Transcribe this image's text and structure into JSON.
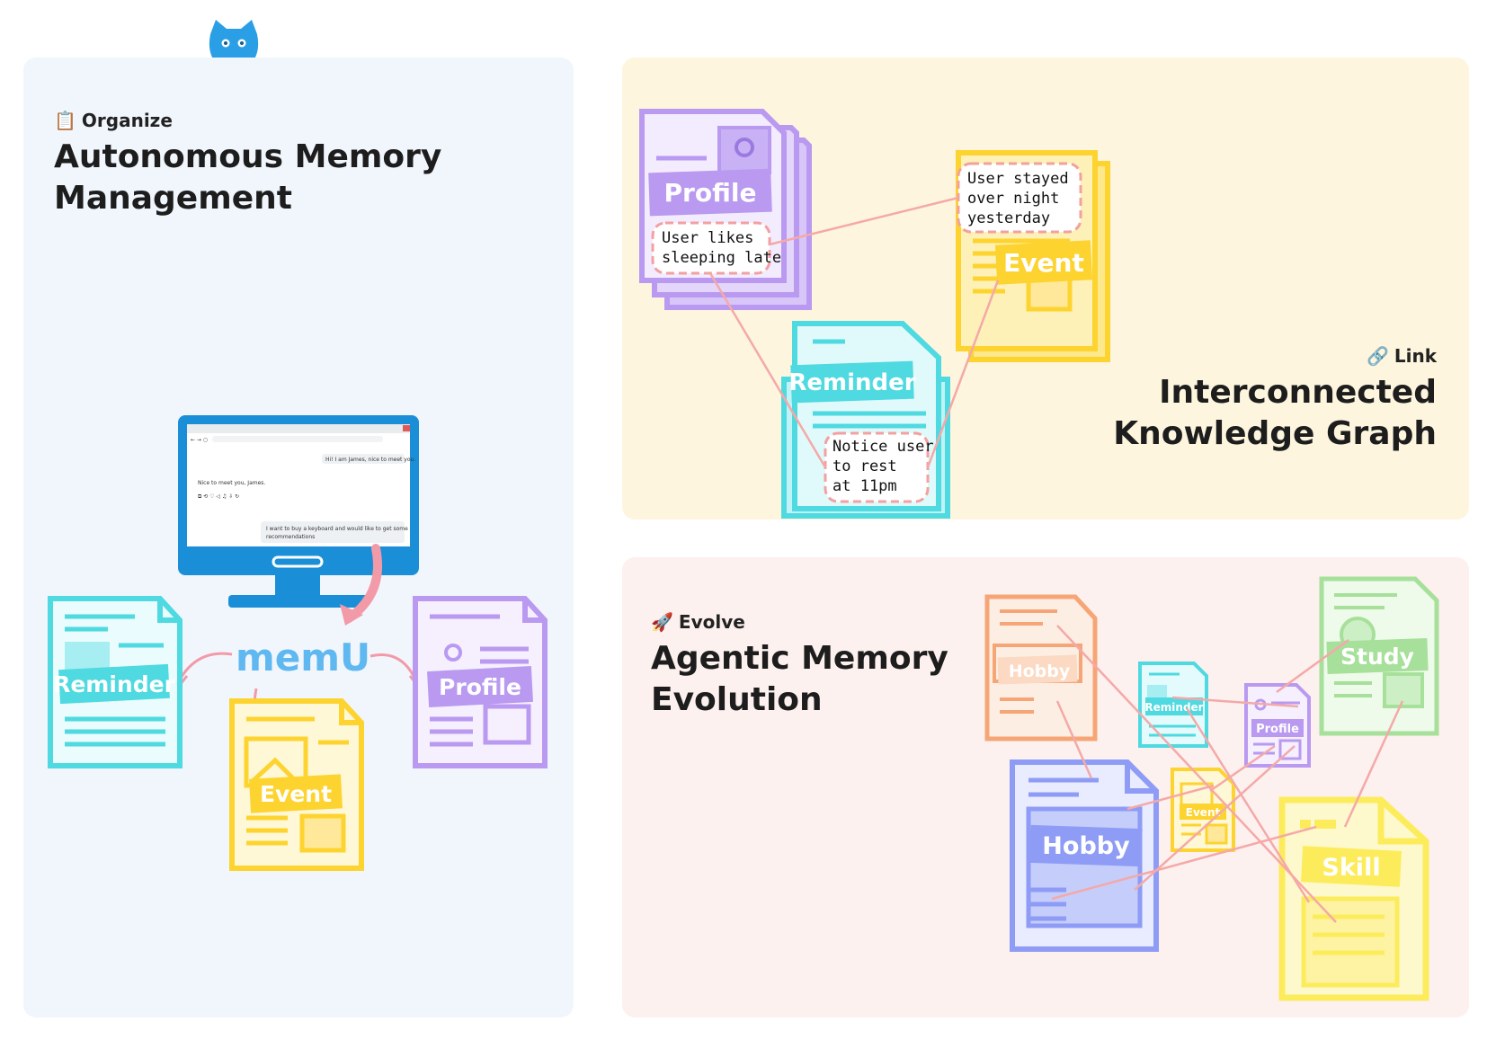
{
  "organize": {
    "tag": "Organize",
    "tag_icon": "clipboard-icon",
    "title_line1": "Autonomous Memory",
    "title_line2": "Management",
    "brand": "memU",
    "chat": {
      "user_msg1": "Hi! I am James, nice to meet you.",
      "bot_msg": "Nice to meet you, James.",
      "user_msg2_line1": "I want to buy a keyboard and would like to get some",
      "user_msg2_line2": "recommendations"
    },
    "docs": {
      "reminder": "Reminder",
      "profile": "Profile",
      "event": "Event"
    }
  },
  "link": {
    "tag": "Link",
    "tag_icon": "link-icon",
    "title_line1": "Interconnected",
    "title_line2": "Knowledge Graph",
    "docs": {
      "profile": "Profile",
      "event": "Event",
      "reminder": "Reminder"
    },
    "notes": {
      "profile": [
        "User likes",
        "sleeping late"
      ],
      "event": [
        "User stayed",
        "over night",
        "yesterday"
      ],
      "reminder": [
        "Notice user",
        "to rest",
        "at 11pm"
      ]
    }
  },
  "evolve": {
    "tag": "Evolve",
    "tag_icon": "rocket-icon",
    "title_line1": "Agentic Memory",
    "title_line2": "Evolution",
    "docs": {
      "hobby_small": "Hobby",
      "reminder": "Reminder",
      "profile": "Profile",
      "study": "Study",
      "hobby": "Hobby",
      "event": "Event",
      "skill": "Skill"
    }
  },
  "colors": {
    "reminder": "#4fd9e0",
    "profile": "#b99af0",
    "event": "#fdd330",
    "hobby_orange": "#f6a676",
    "hobby_blue": "#8e9cf5",
    "study": "#a7e09a",
    "skill": "#fcec5c",
    "link_line": "#f4a9a8",
    "monitor": "#1a8fd8",
    "logo": "#2b9fe6",
    "brand": "#5fb8f0"
  }
}
